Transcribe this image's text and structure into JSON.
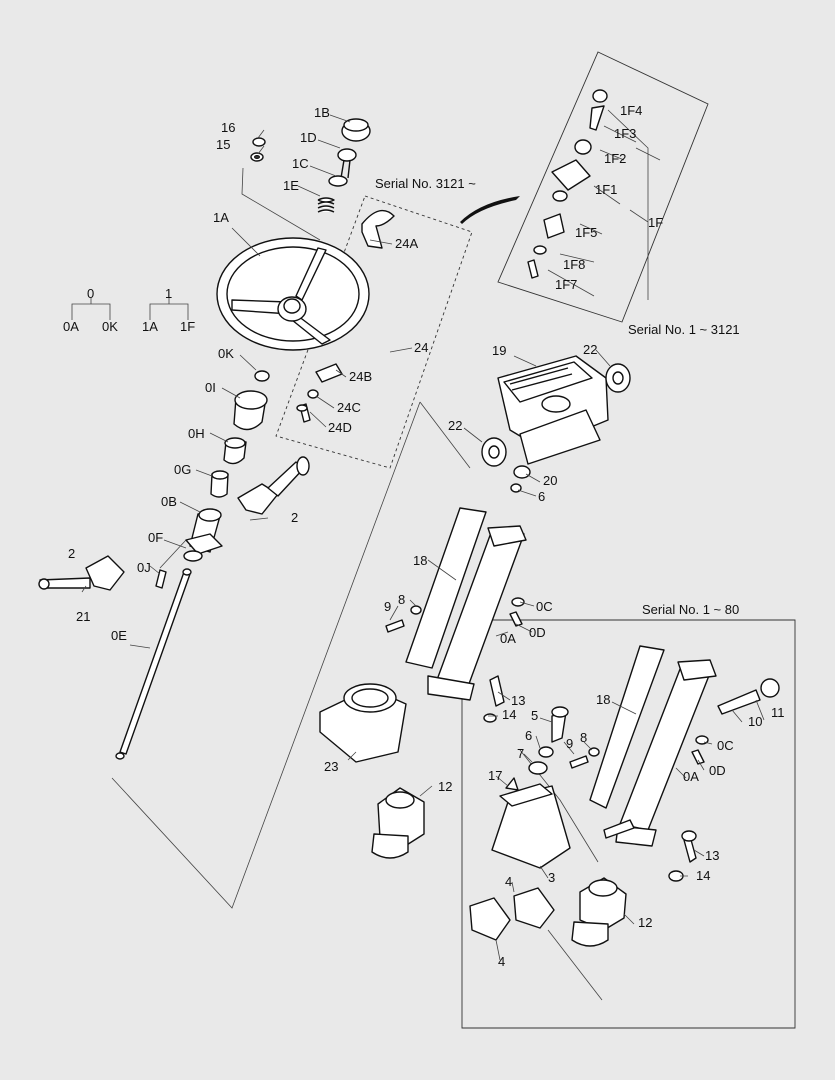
{
  "tree": {
    "root0": "0",
    "c0a": "0A",
    "c0k": "0K",
    "root1": "1",
    "c1a": "1A",
    "c1f": "1F"
  },
  "serials": {
    "s3121_up": "Serial No. 3121 ~",
    "s1_3121": "Serial No. 1 ~ 3121",
    "s1_80": "Serial No. 1 ~ 80"
  },
  "labels": {
    "l1B": "1B",
    "l16": "16",
    "l1D": "1D",
    "l15": "15",
    "l1C": "1C",
    "l1E": "1E",
    "l1A": "1A",
    "l24A": "24A",
    "l24": "24",
    "l0K": "0K",
    "l24B": "24B",
    "l0I": "0I",
    "l24C": "24C",
    "l24D": "24D",
    "l0H": "0H",
    "l0G": "0G",
    "l0B": "0B",
    "l2a": "2",
    "l0F": "0F",
    "l2b": "2",
    "l0J": "0J",
    "l21": "21",
    "l0E": "0E",
    "l1F4": "1F4",
    "l1F3": "1F3",
    "l1F2": "1F2",
    "l1F1": "1F1",
    "l1F": "1F",
    "l1F5": "1F5",
    "l1F8": "1F8",
    "l1F7": "1F7",
    "l19": "19",
    "l22a": "22",
    "l22b": "22",
    "l20": "20",
    "l6a": "6",
    "l18a": "18",
    "l9a": "9",
    "l8a": "8",
    "l0Ca": "0C",
    "l0Aa": "0A",
    "l0Da": "0D",
    "l13a": "13",
    "l14a": "14",
    "l23": "23",
    "l12a": "12",
    "l11": "11",
    "l10": "10",
    "l18b": "18",
    "l5": "5",
    "l6b": "6",
    "l9b": "9",
    "l8b": "8",
    "l0Cb": "0C",
    "l7": "7",
    "l0Db": "0D",
    "l0Ab": "0A",
    "l17": "17",
    "l3": "3",
    "l13b": "13",
    "l4a": "4",
    "l14b": "14",
    "l4b": "4",
    "l12b": "12"
  },
  "colors": {
    "paper": "#e9e9e9",
    "ink": "#111111"
  }
}
